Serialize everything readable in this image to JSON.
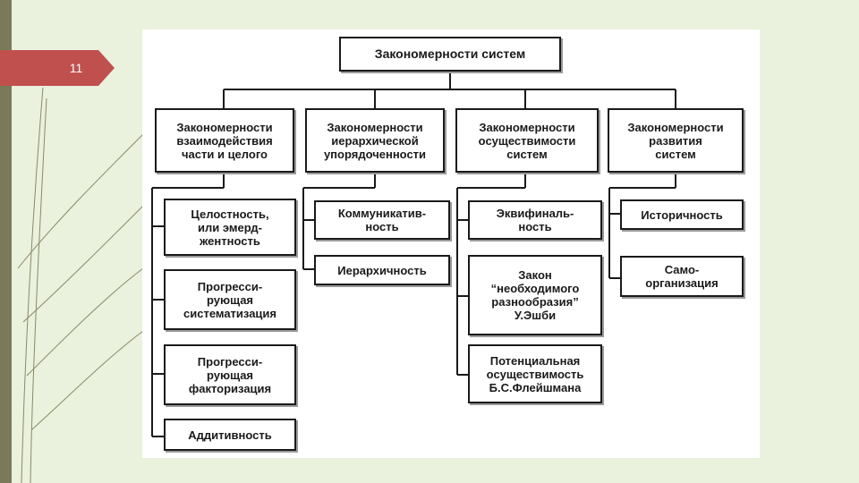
{
  "slide": {
    "number": "11"
  },
  "diagram": {
    "root": "Закономерности систем",
    "categories": [
      {
        "title": "Закономерности\nвзаимодействия\nчасти и целого",
        "items": [
          "Целостность,\nили эмерд-\nжентность",
          "Прогресси-\nрующая\nсистематизация",
          "Прогресси-\nрующая\nфакторизация",
          "Аддитивность"
        ]
      },
      {
        "title": "Закономерности\nиерархической\nупорядоченности",
        "items": [
          "Коммуникатив-\nность",
          "Иерархичность"
        ]
      },
      {
        "title": "Закономерности\nосуществимости\nсистем",
        "items": [
          "Эквифиналь-\nность",
          "Закон\n“необходимого\nразнообразия”\nУ.Эшби",
          "Потенциальная\nосуществимость\nБ.С.Флейшмана"
        ]
      },
      {
        "title": "Закономерности\nразвития\nсистем",
        "items": [
          "Историчность",
          "Само-\nорганизация"
        ]
      }
    ]
  },
  "colors": {
    "background": "#eaf1dd",
    "marker": "#c0504d",
    "strip": "#7a7a5a",
    "box_border": "#1a1a1a"
  }
}
